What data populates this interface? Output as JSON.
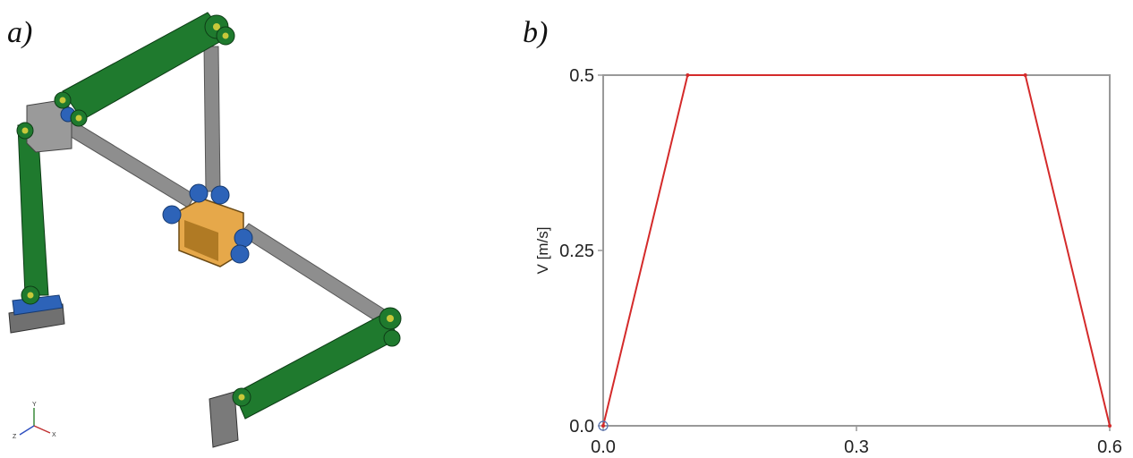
{
  "panels": {
    "a_label": "a)",
    "b_label": "b)"
  },
  "triad": {
    "y": "Y",
    "x": "X",
    "z": "Z"
  },
  "colors": {
    "link_green": "#1f7a2e",
    "beam_gray": "#8e8e8e",
    "joint_blue": "#2d63b8",
    "block_orange": "#e6a84a",
    "curve_red": "#d42a2a",
    "frame_gray": "#999999"
  },
  "chart_data": {
    "type": "line",
    "title": "",
    "xlabel": "",
    "ylabel": "V [m/s]",
    "xlim": [
      0.0,
      0.6
    ],
    "ylim": [
      0.0,
      0.5
    ],
    "x_ticks": [
      "0.0",
      "0.3",
      "0.6"
    ],
    "y_ticks": [
      "0.0",
      "0.25",
      "0.5"
    ],
    "grid": false,
    "series": [
      {
        "x": [
          0.0,
          0.1,
          0.5,
          0.6
        ],
        "values": [
          0.0,
          0.5,
          0.5,
          0.0
        ]
      }
    ]
  }
}
